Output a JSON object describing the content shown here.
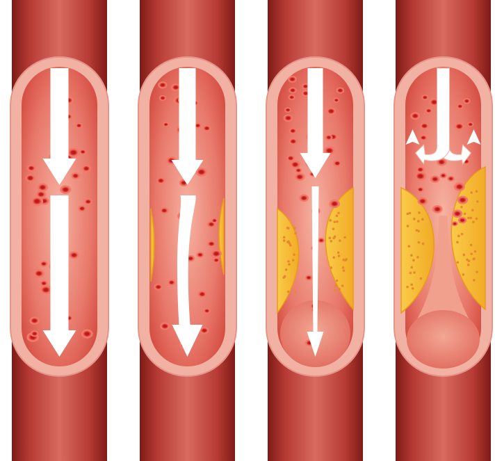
{
  "figure": {
    "panel_count": 4,
    "stages": [
      {
        "name": "healthy-artery",
        "plaque_level": 0.0,
        "flow": "unobstructed"
      },
      {
        "name": "early-plaque",
        "plaque_level": 0.15,
        "flow": "slightly-narrowed"
      },
      {
        "name": "advanced-plaque",
        "plaque_level": 0.6,
        "flow": "narrowed"
      },
      {
        "name": "occluded-artery",
        "plaque_level": 1.0,
        "flow": "blocked"
      }
    ]
  },
  "colors": {
    "background": "#ffffff",
    "vessel_dark": "#8d1f1a",
    "vessel_mid": "#c4413a",
    "vessel_light": "#d9655b",
    "vessel_wall": "#f1b2a4",
    "vessel_wall_outline": "#e6938a",
    "lumen_light": "#f6aa98",
    "lumen_dark": "#d24339",
    "rbc": "#d9262b",
    "rbc_center": "#b81b1e",
    "rbc_rim": "#f07a6a",
    "plaque": "#f5b82c",
    "plaque_edge": "#e79b1c",
    "plaque_dots": "#e48a2a",
    "arrow": "#ffffff"
  }
}
